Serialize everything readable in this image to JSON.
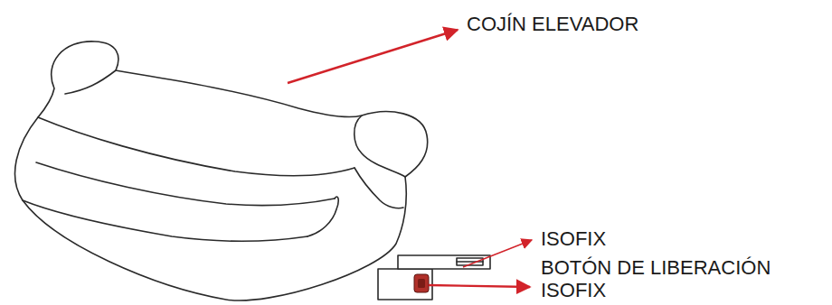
{
  "diagram": {
    "labels": [
      "COJÍN ELEVADOR",
      "ISOFIX",
      "BOTÓN DE LIBERACIÓN ISOFIX"
    ]
  }
}
